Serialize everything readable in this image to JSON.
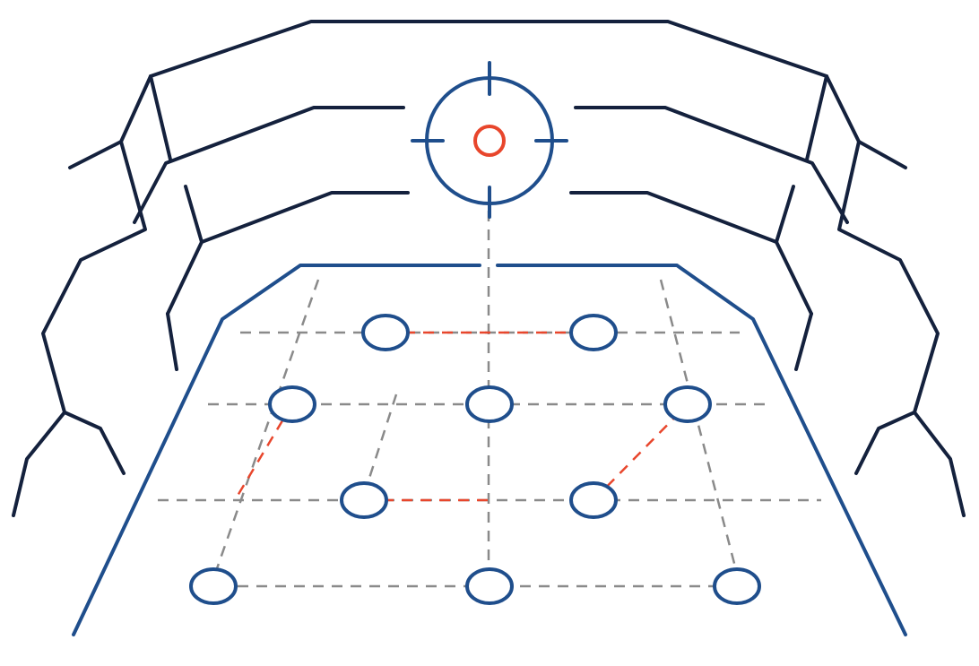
{
  "colors": {
    "wall": "#14213d",
    "floor": "#1f4e8c",
    "grid": "#8a8a8a",
    "node": "#1f4e8c",
    "link": "#e8462c",
    "target_center": "#e8462c"
  },
  "icons": {
    "target": "crosshair-target-icon"
  },
  "diagram": {
    "nodes": [
      {
        "id": "r1c1"
      },
      {
        "id": "r1c2"
      },
      {
        "id": "r2c1"
      },
      {
        "id": "r2c2"
      },
      {
        "id": "r2c3"
      },
      {
        "id": "r3c1"
      },
      {
        "id": "r3c2"
      },
      {
        "id": "r4c1"
      },
      {
        "id": "r4c2"
      },
      {
        "id": "r4c3"
      }
    ],
    "links": [
      {
        "from": "r1c1",
        "to": "r1c2"
      },
      {
        "from": "r2c1",
        "to": "r3-left-edge"
      },
      {
        "from": "r3c1",
        "to": "r3-center-line"
      },
      {
        "from": "r3c2",
        "to": "r2c3"
      }
    ]
  }
}
